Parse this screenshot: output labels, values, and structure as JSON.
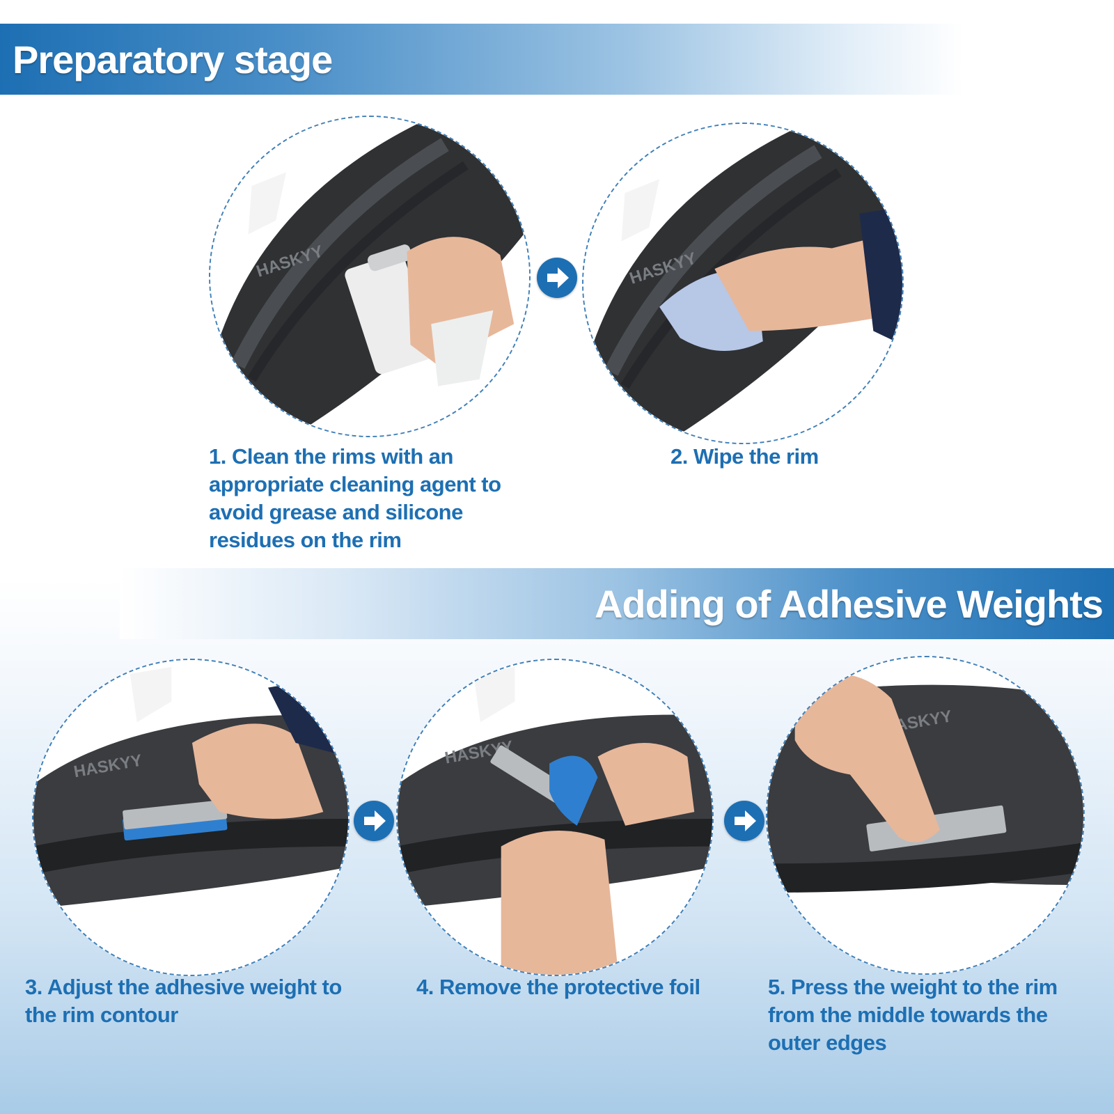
{
  "sections": {
    "preparatory_title": "Preparatory stage",
    "adhesive_title": "Adding of Adhesive Weights"
  },
  "brand_on_rim": "HASKYY",
  "steps": [
    {
      "caption": "1. Clean the rims with an appropriate cleaning agent to avoid grease and silicone residues on the rim"
    },
    {
      "caption": "2. Wipe the rim"
    },
    {
      "caption": "3. Adjust the adhesive weight to the rim contour"
    },
    {
      "caption": "4. Remove the protective foil"
    },
    {
      "caption": "5. Press the weight to the rim from the middle towards the outer edges"
    }
  ],
  "icons": {
    "step_arrow": "arrow-right-circle-icon"
  },
  "colors": {
    "accent": "#1d6fb3",
    "rim": "#3a3c3f",
    "foil": "#2f7fd0",
    "weight": "#b9bcbf"
  }
}
